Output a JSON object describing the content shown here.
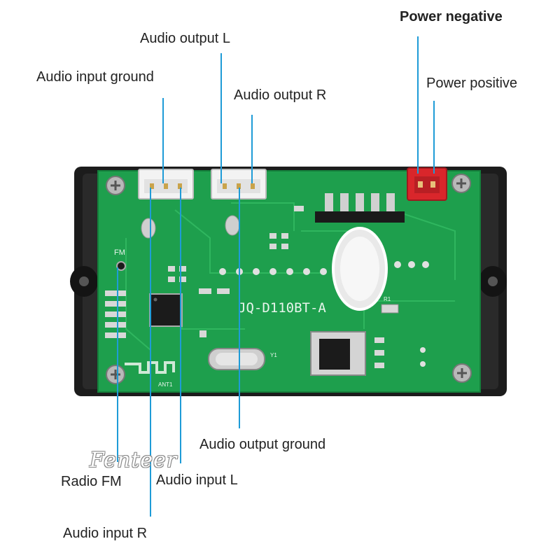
{
  "labels": {
    "power_negative": "Power negative",
    "power_positive": "Power positive",
    "audio_output_l": "Audio output L",
    "audio_output_r": "Audio output R",
    "audio_input_ground": "Audio input ground",
    "audio_output_ground": "Audio output ground",
    "radio_fm": "Radio FM",
    "audio_input_l": "Audio input L",
    "audio_input_r": "Audio input R"
  },
  "board": {
    "model_marking": "JQ-D110BT-A",
    "fm_marking": "FM",
    "antenna_marking": "ANT1",
    "crystal_marking": "Y1",
    "resistor_marking": "R1"
  },
  "watermark": "Fenteer",
  "colors": {
    "pcb": "#1e9f4d",
    "case": "#1c1c1c",
    "leader_line": "#1e9bd7",
    "power_connector": "#d9262b",
    "text": "#222222"
  }
}
